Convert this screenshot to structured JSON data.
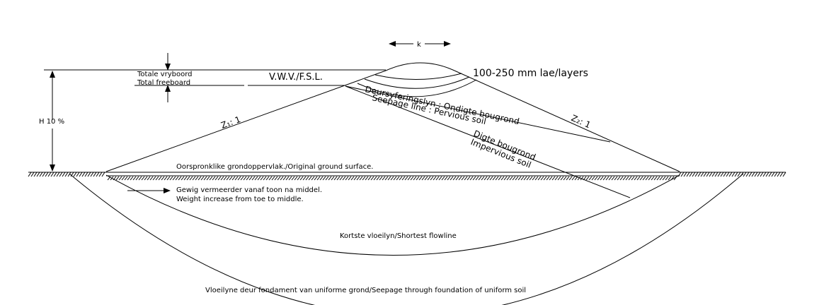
{
  "labels": {
    "k": "k",
    "layers": "100-250 mm lae/layers",
    "freeboard_af": "Totale vryboord",
    "freeboard_en": "Total freeboard",
    "fsl": "V.W.V./F.S.L.",
    "height": "H 10 %",
    "slope_upstream": "Z₁: 1",
    "slope_downstream": "Z₂: 1",
    "seepage_af": "Deursyferingslyn : Ondigte bougrond",
    "seepage_en": "Seepage line : Pervious soil",
    "impervious_af": "Digte bougrond",
    "impervious_en": "Impervious soil",
    "ground_surface": "Oorspronklike grondoppervlak./Original ground surface.",
    "weight_af": "Gewig vermeerder vanaf toon na middel.",
    "weight_en": "Weight increase from toe to middle.",
    "flowline": "Kortste vloeilyn/Shortest flowline",
    "caption": "Vloeilyne deur fondament van uniforme grond/Seepage through foundation of uniform soil"
  }
}
